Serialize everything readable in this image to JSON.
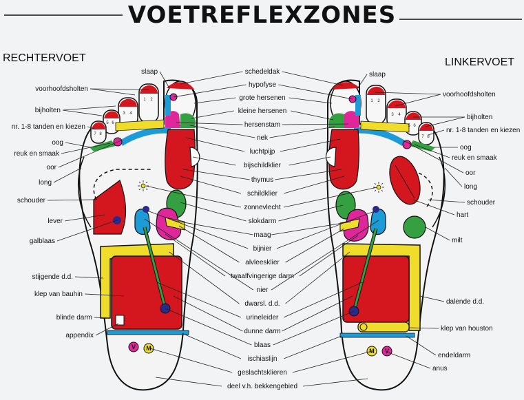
{
  "title": "VOETREFLEXZONES",
  "right_foot": "RECHTERVOET",
  "left_foot": "LINKERVOET",
  "markers": {
    "v": "V",
    "m": "M"
  },
  "toe_numbers": [
    "1",
    "2",
    "3",
    "4",
    "5",
    "6",
    "7",
    "8"
  ],
  "center_labels": [
    "schedeldak",
    "hypofyse",
    "grote hersenen",
    "kleine hersenen",
    "hersenstam",
    "nek",
    "luchtpijp",
    "bijschildklier",
    "thymus",
    "schildklier",
    "zonnevlecht",
    "slokdarm",
    "maag",
    "bijnier",
    "alvleesklier",
    "twaalfvingerige darm",
    "nier",
    "dwarsl. d.d.",
    "urineleider",
    "dunne darm",
    "blaas",
    "ischiaslijn",
    "geslachtsklieren",
    "deel v.h. bekkengebied"
  ],
  "left_labels": [
    "slaap",
    "voorhoofdsholten",
    "bijholten",
    "nr. 1-8 tanden en kiezen",
    "oog",
    "reuk en smaak",
    "oor",
    "long",
    "schouder",
    "lever",
    "galblaas",
    "stijgende d.d.",
    "klep van bauhin",
    "blinde darm",
    "appendix"
  ],
  "right_labels": [
    "slaap",
    "voorhoofdsholten",
    "bijholten",
    "nr. 1-8 tanden en kiezen",
    "oog",
    "reuk en smaak",
    "oor",
    "long",
    "schouder",
    "hart",
    "milt",
    "dalende d.d.",
    "klep van houston",
    "endeldarm",
    "anus"
  ],
  "colors": {
    "red": "#d4161e",
    "green": "#34a042",
    "yellow": "#f0dc2a",
    "blue": "#1c9bd6",
    "magenta": "#e0279a",
    "pink": "#ef8fc8",
    "navy": "#2a2a8c",
    "line": "#222222"
  }
}
